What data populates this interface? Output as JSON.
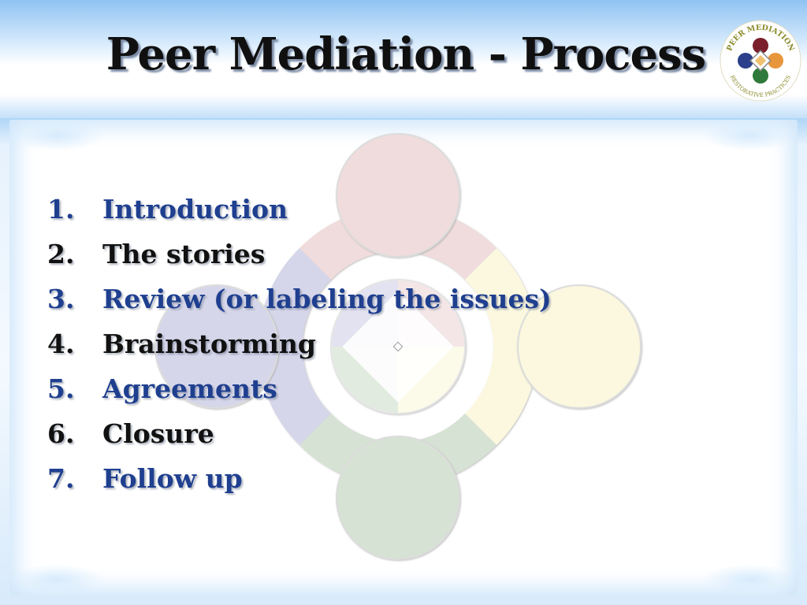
{
  "slide": {
    "title": "Peer Mediation - Process"
  },
  "logo": {
    "text_top": "PEER MEDIATION",
    "text_bottom": "RESTORATIVE PRACTICES",
    "icon": "peer-mediation-logo-icon",
    "colors": [
      "#7a1f2b",
      "#e8963c",
      "#2f7a3a",
      "#2b3f8a"
    ]
  },
  "steps": [
    {
      "number": "1.",
      "label": "Introduction",
      "color": "#1f3f8f"
    },
    {
      "number": "2.",
      "label": "The stories",
      "color": "#111111"
    },
    {
      "number": "3.",
      "label": "Review (or labeling the issues)",
      "color": "#1f3f8f"
    },
    {
      "number": "4.",
      "label": "Brainstorming",
      "color": "#111111"
    },
    {
      "number": "5.",
      "label": "Agreements",
      "color": "#1f3f8f"
    },
    {
      "number": "6.",
      "label": "Closure",
      "color": "#111111"
    },
    {
      "number": "7.",
      "label": "Follow up",
      "color": "#1f3f8f"
    }
  ],
  "diagram_colors": {
    "top": "#f0dcdc",
    "right": "#fbf8df",
    "bottom": "#d6e2d3",
    "left": "#d6d6ea"
  }
}
